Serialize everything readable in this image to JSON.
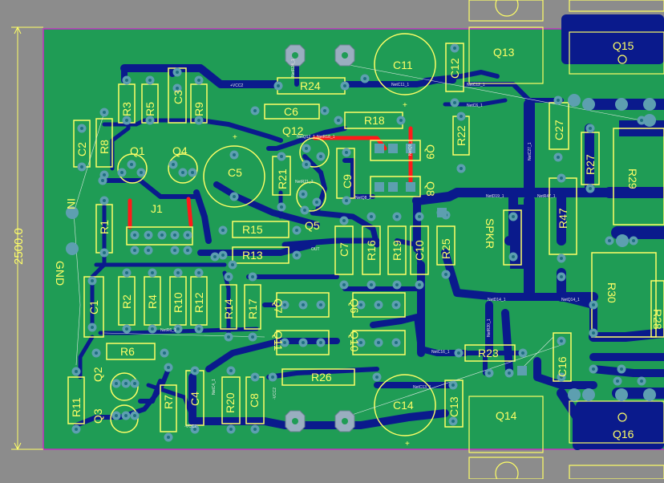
{
  "colors": {
    "background": "#8c8c8c",
    "board": "#1f9c55",
    "trace": "#0a1a8c",
    "silk": "#ffff66",
    "pad": "#5d9fb0",
    "active_trace": "#ff1a1a",
    "board_outline": "#c030c0"
  },
  "dimension": {
    "label": "2500.0"
  },
  "connectors": {
    "in": "IN",
    "gnd": "GND",
    "spkr": "SPKR",
    "j1": "J1"
  },
  "parts": {
    "R1": "R1",
    "R2": "R2",
    "R3": "R3",
    "R4": "R4",
    "R5": "R5",
    "R6": "R6",
    "R7": "R7",
    "R8": "R8",
    "R9": "R9",
    "R10": "R10",
    "R11": "R11",
    "R12": "R12",
    "R13": "R13",
    "R14": "R14",
    "R15": "R15",
    "R16": "R16",
    "R17": "R17",
    "R18": "R18",
    "R19": "R19",
    "R20": "R20",
    "R21": "R21",
    "R22": "R22",
    "R23": "R23",
    "R24": "R24",
    "R25": "R25",
    "R26": "R26",
    "R27": "R27",
    "R28": "R28",
    "R29": "R29",
    "R30": "R30",
    "R47": "R47",
    "C1": "C1",
    "C2": "C2",
    "C3": "C3",
    "C4": "C4",
    "C5": "C5",
    "C6": "C6",
    "C7": "C7",
    "C8": "C8",
    "C9": "C9",
    "C10": "C10",
    "C11": "C11",
    "C12": "C12",
    "C13": "C13",
    "C14": "C14",
    "C16": "C16",
    "C27": "C27",
    "Q1": "Q1",
    "Q2": "Q2",
    "Q3": "Q3",
    "Q4": "Q4",
    "Q5": "Q5",
    "Q6": "Q6",
    "Q7": "Q7",
    "Q8": "Q8",
    "Q9": "Q9",
    "Q10": "Q10",
    "Q11": "Q11",
    "Q12": "Q12",
    "Q13": "Q13",
    "Q14": "Q14",
    "Q15": "Q15",
    "Q16": "Q16"
  },
  "nets": {
    "vcc2_top": "+VCC2",
    "vcc2_bot": "-VCC2",
    "vcc2_bot2": "-VCC2",
    "net_q11": "NetC11_1",
    "net_c12": "NetC12_1",
    "net_r24": "NetR24_1",
    "net_c6": "NetC6_1",
    "net_q12": "NetQ12_1",
    "net_q9": "NetQ9_1",
    "net_q8": "NetQ8_2",
    "net_r21": "NetR21_2",
    "net_r18": "NetR18_1",
    "net_c27": "NetC27_1",
    "net_r47": "NetR47_1",
    "net_d19": "NetD19_1",
    "net_d14": "NetD14_1",
    "net_q14": "NetQ14_1",
    "net_c13": "NetC13_1",
    "net_c16": "NetC16_1",
    "out": "OUT",
    "net_r6": "NetR6_1",
    "net_c4": "NetC4_1",
    "net_r20": "NetR20_1"
  }
}
